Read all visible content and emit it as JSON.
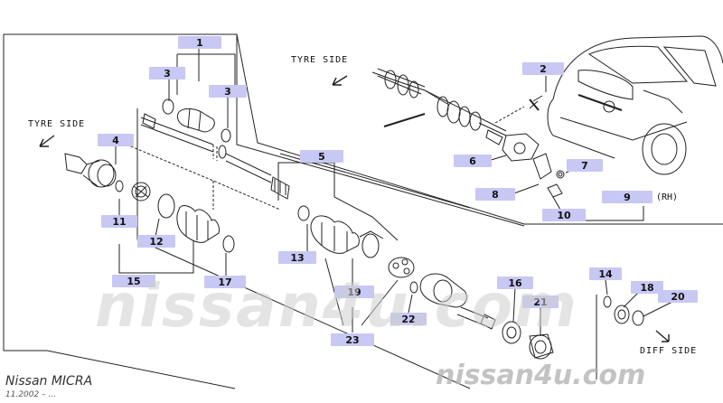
{
  "diagram": {
    "title": "Nissan MICRA",
    "date": "11.2002 – ...",
    "watermark": "nissan4u.com",
    "side_labels": {
      "tyre_upper": "TYRE SIDE",
      "tyre_left": "TYRE SIDE",
      "diff": "DIFF SIDE"
    },
    "rh_note": "(RH)",
    "colors": {
      "callout_fill": "#c8c8f4",
      "line": "#222222"
    },
    "callouts": [
      {
        "id": "1",
        "label": "1"
      },
      {
        "id": "2",
        "label": "2"
      },
      {
        "id": "3a",
        "label": "3"
      },
      {
        "id": "3b",
        "label": "3"
      },
      {
        "id": "4",
        "label": "4"
      },
      {
        "id": "5",
        "label": "5"
      },
      {
        "id": "6",
        "label": "6"
      },
      {
        "id": "7",
        "label": "7"
      },
      {
        "id": "8",
        "label": "8"
      },
      {
        "id": "9",
        "label": "9"
      },
      {
        "id": "10",
        "label": "10"
      },
      {
        "id": "11",
        "label": "11"
      },
      {
        "id": "12",
        "label": "12"
      },
      {
        "id": "13",
        "label": "13"
      },
      {
        "id": "14",
        "label": "14"
      },
      {
        "id": "15",
        "label": "15"
      },
      {
        "id": "16",
        "label": "16"
      },
      {
        "id": "17",
        "label": "17"
      },
      {
        "id": "18",
        "label": "18"
      },
      {
        "id": "19",
        "label": "19"
      },
      {
        "id": "20",
        "label": "20"
      },
      {
        "id": "21",
        "label": "21"
      },
      {
        "id": "22",
        "label": "22"
      },
      {
        "id": "23",
        "label": "23"
      }
    ]
  }
}
